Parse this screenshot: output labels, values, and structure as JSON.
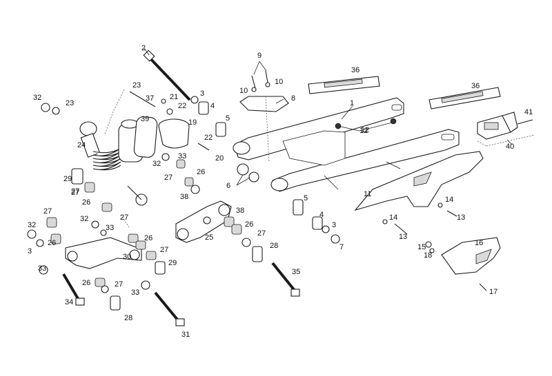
{
  "labels": [
    {
      "text": "1"
    },
    {
      "text": "2"
    },
    {
      "text": "3"
    },
    {
      "text": "4"
    },
    {
      "text": "5"
    },
    {
      "text": "6"
    },
    {
      "text": "7"
    },
    {
      "text": "8"
    },
    {
      "text": "9"
    },
    {
      "text": "10"
    },
    {
      "text": "10"
    },
    {
      "text": "11"
    },
    {
      "text": "12"
    },
    {
      "text": "13"
    },
    {
      "text": "13"
    },
    {
      "text": "14"
    },
    {
      "text": "14"
    },
    {
      "text": "15"
    },
    {
      "text": "16"
    },
    {
      "text": "17"
    },
    {
      "text": "18"
    },
    {
      "text": "19"
    },
    {
      "text": "20"
    },
    {
      "text": "21"
    },
    {
      "text": "22"
    },
    {
      "text": "22"
    },
    {
      "text": "23"
    },
    {
      "text": "23"
    },
    {
      "text": "24"
    },
    {
      "text": "25"
    },
    {
      "text": "26"
    },
    {
      "text": "26"
    },
    {
      "text": "26"
    },
    {
      "text": "26"
    },
    {
      "text": "26"
    },
    {
      "text": "26"
    },
    {
      "text": "27"
    },
    {
      "text": "27"
    },
    {
      "text": "27"
    },
    {
      "text": "27"
    },
    {
      "text": "27"
    },
    {
      "text": "27"
    },
    {
      "text": "27"
    },
    {
      "text": "27"
    },
    {
      "text": "28"
    },
    {
      "text": "28"
    },
    {
      "text": "29"
    },
    {
      "text": "29"
    },
    {
      "text": "30"
    },
    {
      "text": "31"
    },
    {
      "text": "32"
    },
    {
      "text": "32"
    },
    {
      "text": "32"
    },
    {
      "text": "32"
    },
    {
      "text": "33"
    },
    {
      "text": "33"
    },
    {
      "text": "33"
    },
    {
      "text": "33"
    },
    {
      "text": "34"
    },
    {
      "text": "35"
    },
    {
      "text": "36"
    },
    {
      "text": "36"
    },
    {
      "text": "37"
    },
    {
      "text": "38"
    },
    {
      "text": "38"
    },
    {
      "text": "39"
    },
    {
      "text": "40"
    },
    {
      "text": "41"
    },
    {
      "text": "3"
    },
    {
      "text": "3"
    },
    {
      "text": "4"
    },
    {
      "text": "5"
    },
    {
      "text": "12"
    }
  ]
}
